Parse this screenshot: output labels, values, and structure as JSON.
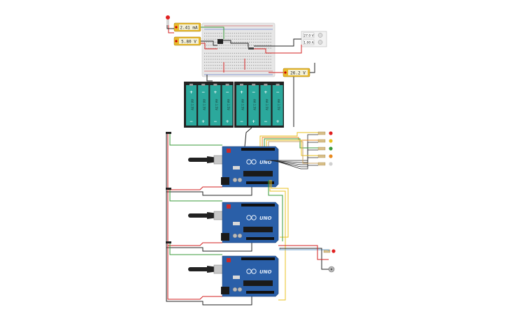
{
  "meters": {
    "current": {
      "value": "2.41 mA"
    },
    "voltage_top": {
      "value": "5.80 V"
    },
    "voltage_right": {
      "value": "26.2 V"
    }
  },
  "power_supply": {
    "voltage": "27.0 V",
    "current": "1.00 A"
  },
  "battery": {
    "label": "AA 1.5V",
    "plus": "+",
    "minus": "−"
  },
  "arduino": {
    "model": "UNO"
  },
  "colors": {
    "board": "#2a5fa8",
    "breadboard": "#e4e4e4",
    "battery": "#2ba89c",
    "wire_red": "#d32020",
    "wire_black": "#222222",
    "wire_green": "#3a9a3a",
    "wire_yellow": "#e8c020",
    "wire_orange": "#e88a20"
  }
}
